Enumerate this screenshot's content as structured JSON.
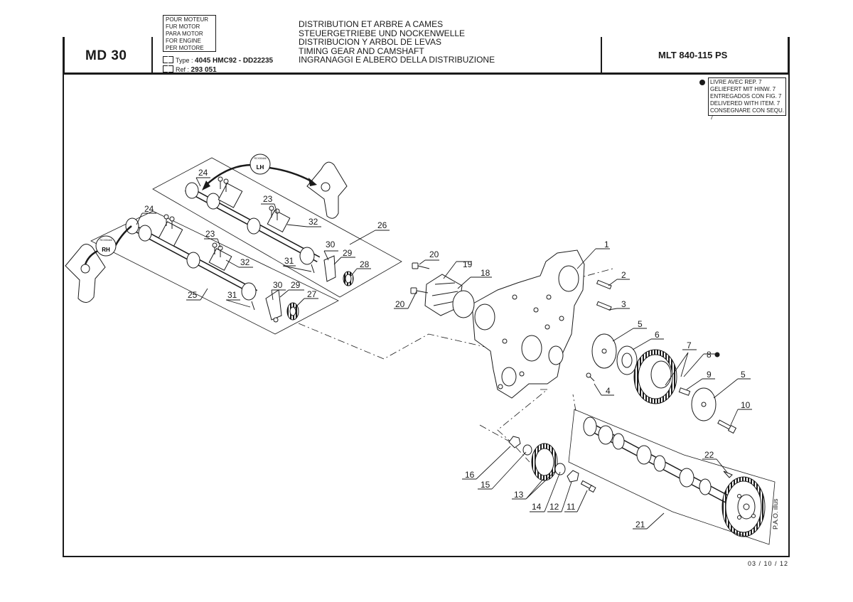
{
  "header": {
    "code": "MD 30",
    "engine_label": [
      "POUR MOTEUR",
      "FUR MOTOR",
      "PARA MOTOR",
      "FOR ENGINE",
      "PER MOTORE"
    ],
    "type_label": "Type :",
    "type_value": "4045 HMC92 - DD22235",
    "ref_label": "Ref :",
    "ref_value": "293 051",
    "title_lines": [
      "DISTRIBUTION ET ARBRE A CAMES",
      "STEUERGETRIEBE UND NOCKENWELLE",
      "DISTRIBUCION Y ARBOL DE LEVAS",
      "TIMING GEAR AND CAMSHAFT",
      "INGRANAGGI E ALBERO DELLA DISTRIBUZIONE"
    ],
    "model": "MLT 840-115 PS"
  },
  "legend": {
    "symbol": "filled-dot",
    "lines": [
      "LIVRE AVEC REP. 7",
      "GELIEFERT MIT HINW. 7",
      "ENTREGADOS CON FIG. 7",
      "DELIVERED WITH ITEM. 7",
      "CONSEGNARE CON SEQU. 7"
    ]
  },
  "diagram": {
    "badges": [
      {
        "tag": "LH",
        "small": "RCX00446"
      },
      {
        "tag": "RH",
        "small": "RCX00446"
      }
    ],
    "callouts": [
      "1",
      "2",
      "3",
      "4",
      "5",
      "5",
      "6",
      "7",
      "8",
      "9",
      "10",
      "11",
      "12",
      "13",
      "14",
      "15",
      "16",
      "18",
      "19",
      "20",
      "20",
      "21",
      "22",
      "23",
      "23",
      "24",
      "24",
      "25",
      "26",
      "27",
      "28",
      "29",
      "29",
      "30",
      "30",
      "31",
      "31",
      "32",
      "32"
    ]
  },
  "footer": {
    "date": "03 / 10 / 12",
    "credit": "P.A.O. illus"
  }
}
